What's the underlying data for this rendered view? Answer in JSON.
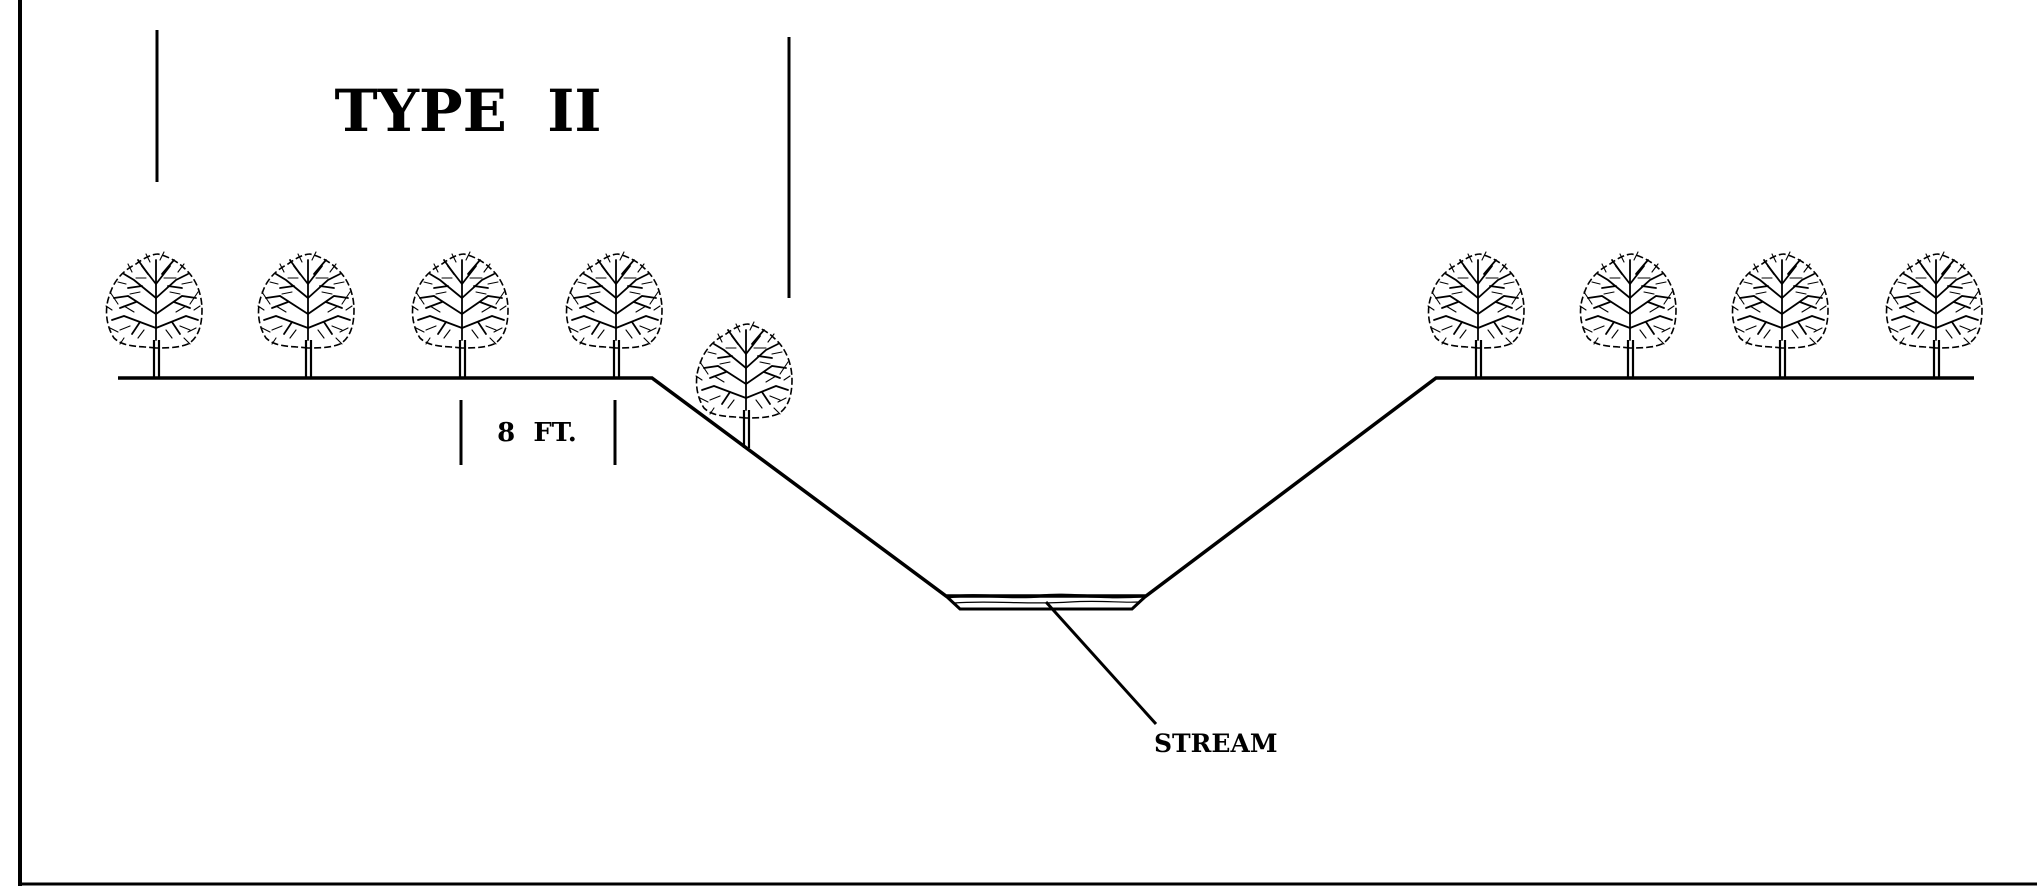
{
  "diagram": {
    "title": "TYPE  II",
    "spacing_label": "8  FT.",
    "stream_label": "STREAM",
    "colors": {
      "line": "#000000",
      "background": "#ffffff"
    },
    "icons": {
      "tree": "tree-icon"
    },
    "tree_count": 9
  }
}
